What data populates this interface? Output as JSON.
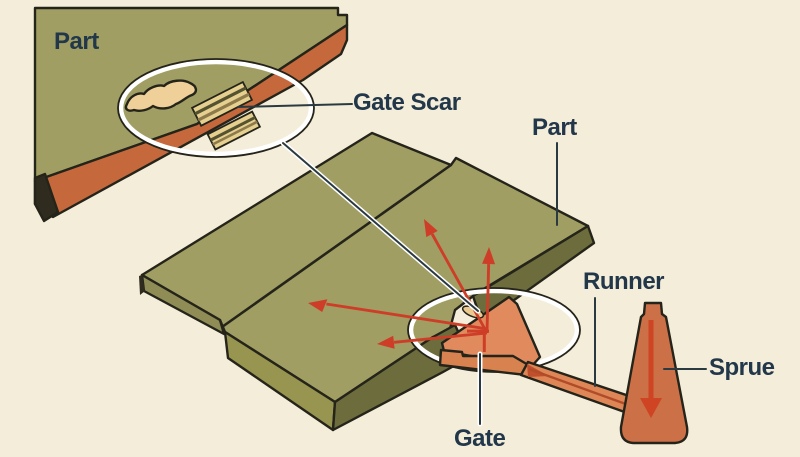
{
  "figure": {
    "type": "injection-molding-diagram",
    "description": "Cutaway illustration of an injection-molded part still attached to its sprue, runner and fan gate, with a second finished part above showing the gate scar left after degating.",
    "flow_arrows": {
      "count": 4,
      "color": "#ce3d27",
      "meaning": "melt flow spreading from the gate across the part cavity"
    }
  },
  "labels": {
    "part_top": "Part",
    "gate_scar": "Gate Scar",
    "part_right": "Part",
    "runner": "Runner",
    "sprue": "Sprue",
    "gate": "Gate"
  },
  "callouts": [
    {
      "label": "Part",
      "points_to": "upper-left molded part shown with gate scar"
    },
    {
      "label": "Gate Scar",
      "points_to": "circled witness mark left on part edge after gate removal"
    },
    {
      "label": "Part",
      "points_to": "molded part still attached to the feed system"
    },
    {
      "label": "Runner",
      "points_to": "channel connecting sprue to gate"
    },
    {
      "label": "Sprue",
      "points_to": "tapered cone where melt enters"
    },
    {
      "label": "Gate",
      "points_to": "fan gate entering the part edge"
    }
  ],
  "colors": {
    "background": "#f4edd9",
    "olive_top": "#a09e63",
    "olive_front": "#8f8d55",
    "olive_front_light": "#97954f",
    "olive_dark": "#6c6c3c",
    "orange_band": "#c5693d",
    "dark_cap": "#2f2c1f",
    "gate_fan": "#e08a5e",
    "gate_tab": "#d8824f",
    "runner_fill": "#de8656",
    "runner_line": "#b04c2a",
    "neck_wedge": "#c04f2c",
    "sprue_fill": "#cb7047",
    "arrow_red": "#ce3d27",
    "sprue_arrow": "#cf4423",
    "scar_tan": "#eed098",
    "label_text": "#22374a",
    "outline": "#25241a"
  }
}
